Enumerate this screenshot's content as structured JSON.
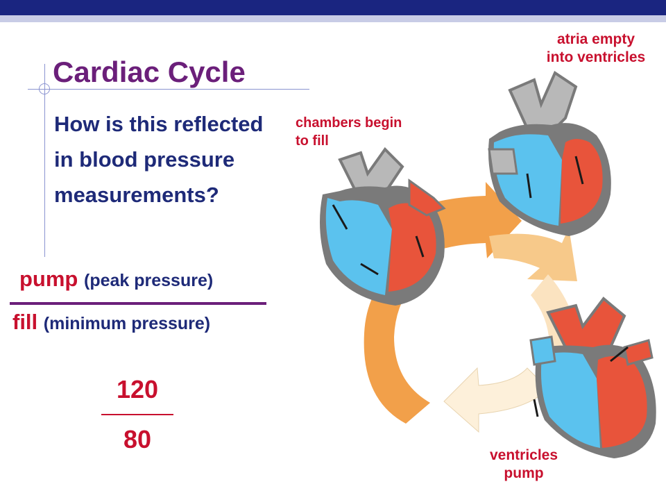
{
  "slide": {
    "title": "Cardiac Cycle",
    "question": "How is this reflected in blood pressure measurements?",
    "pump_word": "pump",
    "pump_note": "(peak pressure)",
    "fill_word": "fill",
    "fill_note": "(minimum pressure)",
    "systolic": "120",
    "diastolic": "80"
  },
  "diagram": {
    "labels": {
      "atria_line1": "atria  empty",
      "atria_line2": "into ventricles",
      "chambers_line1": "chambers begin",
      "chambers_line2": "to fill",
      "ventricles_line1": "ventricles",
      "ventricles_line2": "pump"
    },
    "colors": {
      "oxygen_poor": "#5bc2ee",
      "oxygen_rich": "#e8543b",
      "vessel_gray": "#b8b8b8",
      "heart_outline": "#7a7a7a",
      "arrow_dark": "#f2a04a",
      "arrow_mid": "#f7c98a",
      "arrow_light": "#fbe3c0",
      "arrow_pale": "#fdf0da"
    }
  }
}
